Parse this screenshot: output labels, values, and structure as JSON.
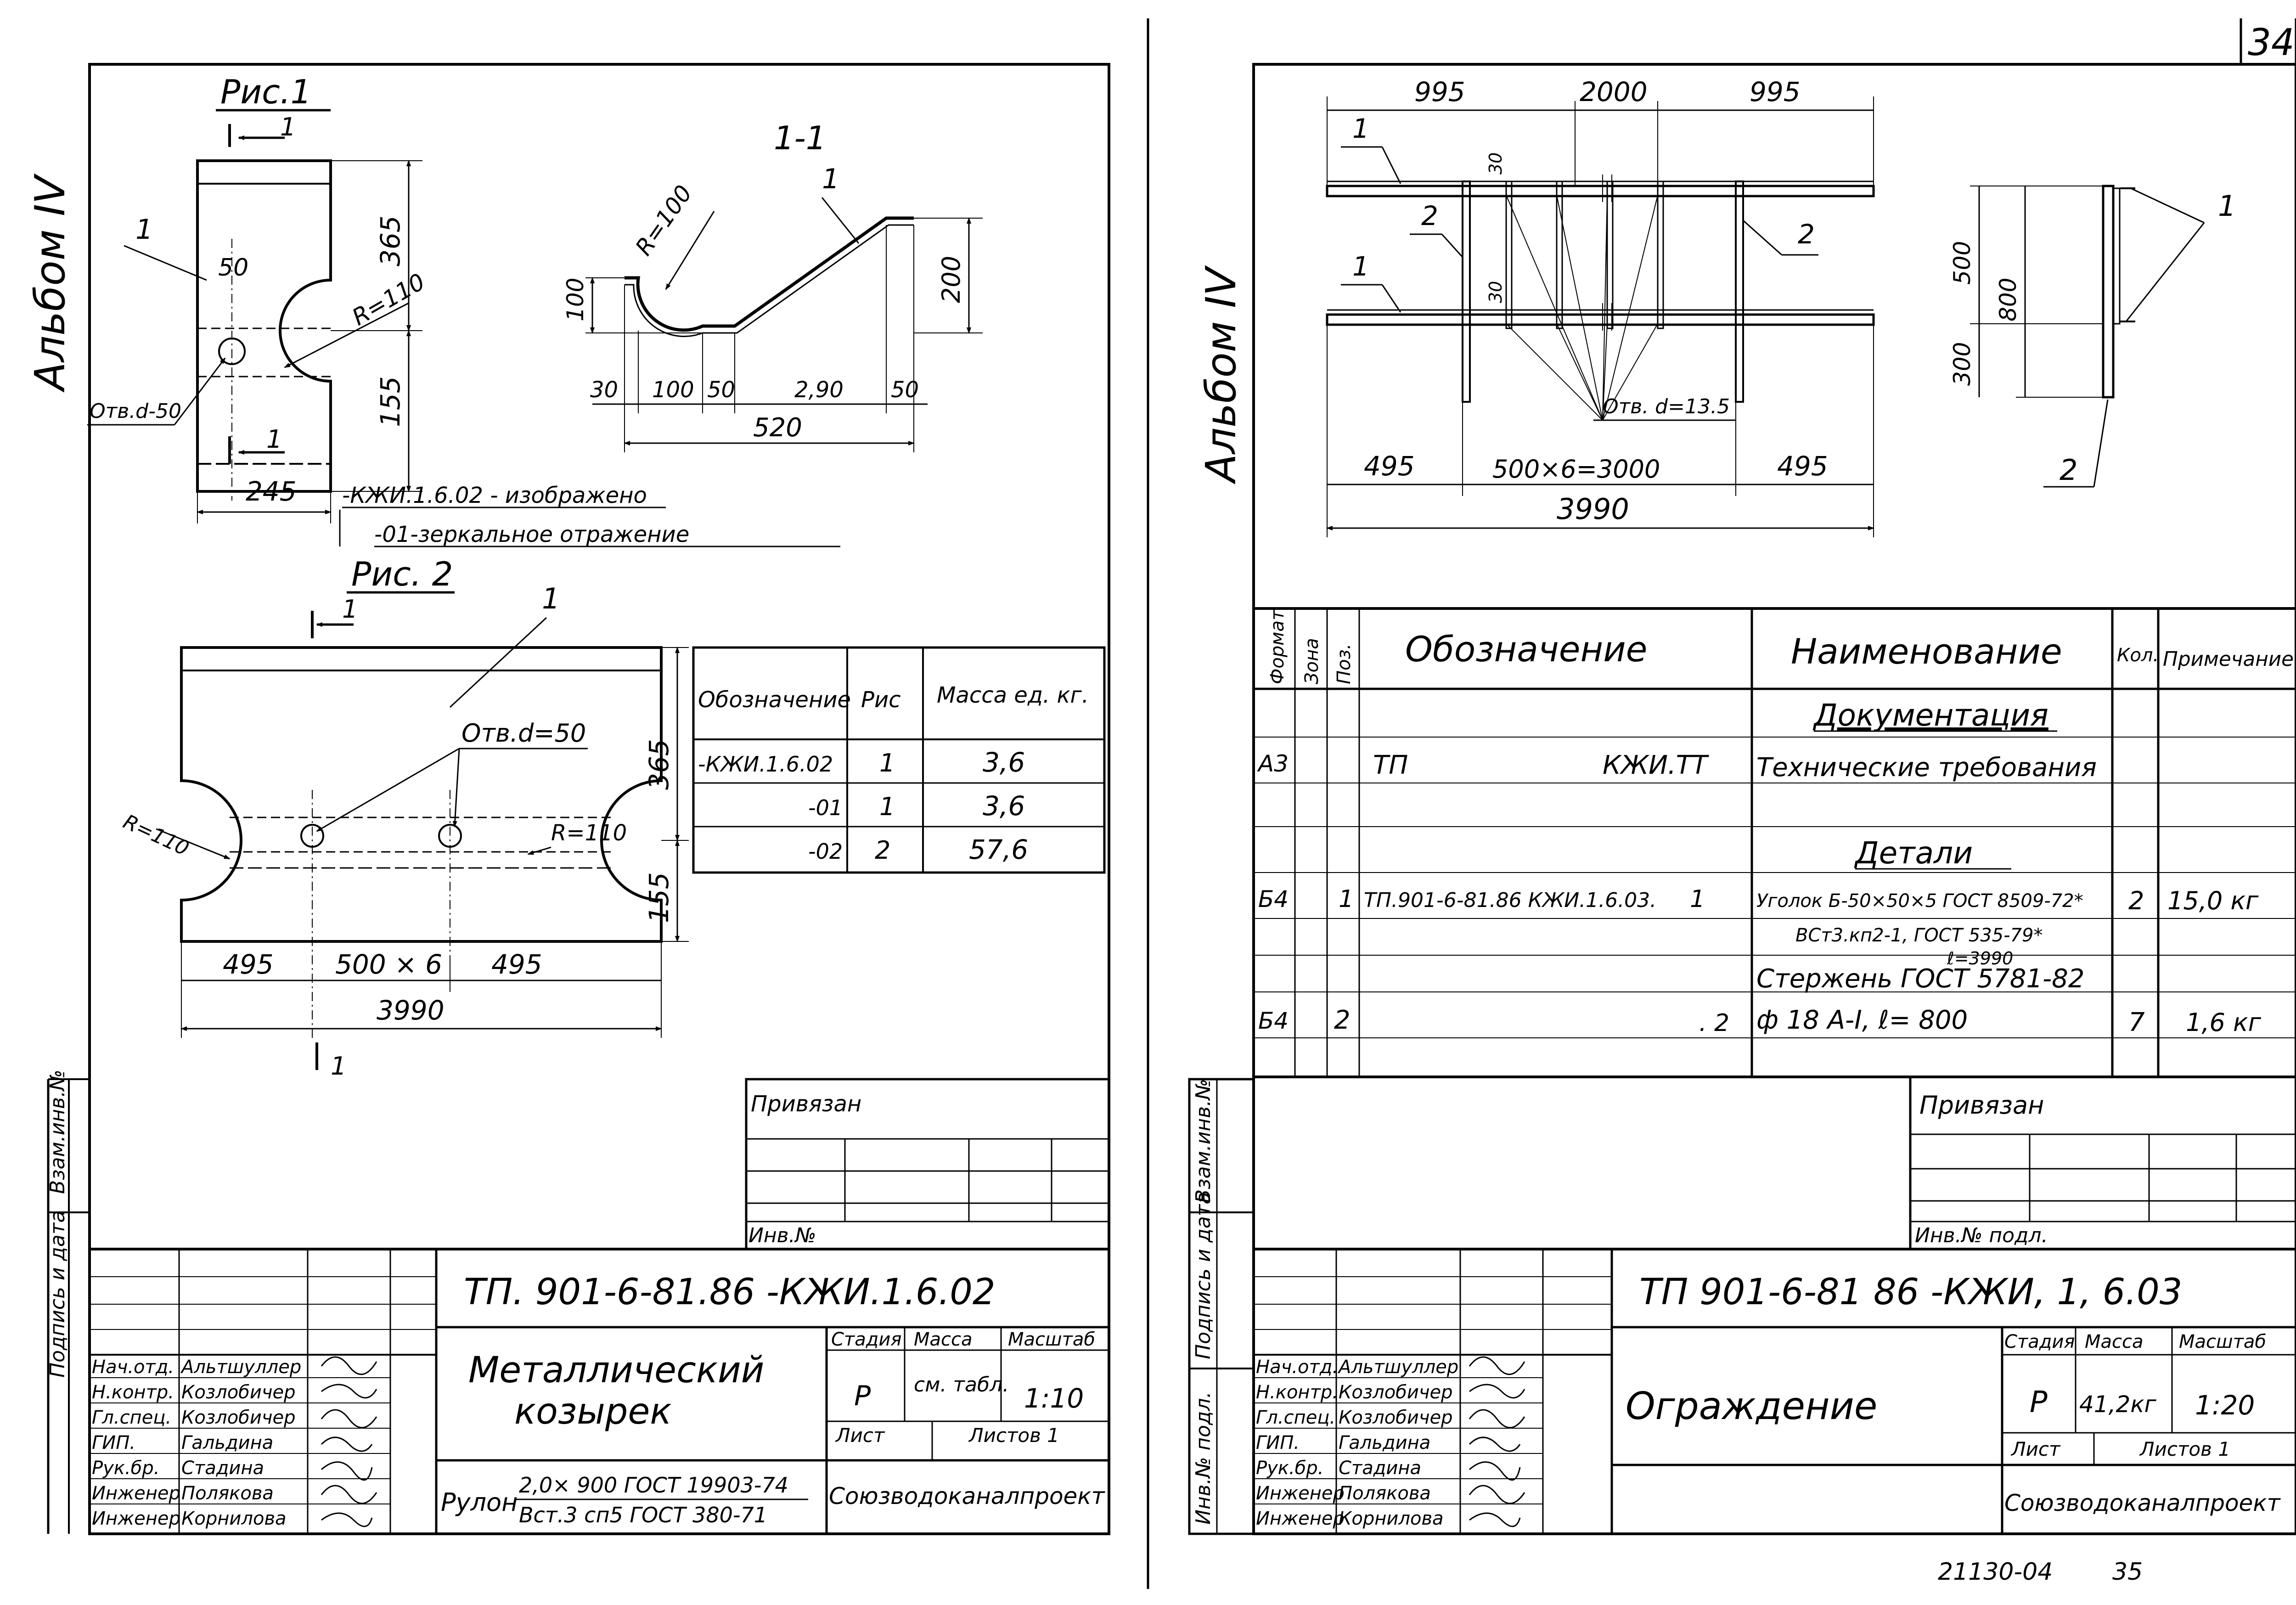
{
  "page_number": "34",
  "footer_code": "21130-04",
  "footer_num": "35",
  "margin_album": "Альбом IV",
  "margin_side": [
    "Инв.№ подл.",
    "Подпись и дата",
    "Взам.инв.№"
  ],
  "left": {
    "fig1": {
      "caption": "Рис.1",
      "section_label": "1-1",
      "dims": [
        "50",
        "365",
        "155",
        "245",
        "R=110"
      ],
      "hole": "Отв.d-50",
      "callout": "1",
      "cut_mark": "1",
      "section_dims": [
        "R=100",
        "100",
        "200",
        "30",
        "100",
        "50",
        "2,90",
        "50",
        "520"
      ]
    },
    "note_1": "-КЖИ.1.6.02 - изображено",
    "note_2": "-01-зеркальное отражение",
    "fig2": {
      "caption": "Рис. 2",
      "hole": "Отв.d=50",
      "dims": [
        "R=110",
        "R=110",
        "365",
        "155",
        "495",
        "500 × 6",
        "495",
        "3990"
      ],
      "callout": "1",
      "cut_mark": "1"
    },
    "mass_table": {
      "headers": [
        "Обозначение",
        "Рис",
        "Масса ед. кг."
      ],
      "rows": [
        [
          "-КЖИ.1.6.02",
          "1",
          "3,6"
        ],
        [
          "-01",
          "1",
          "3,6"
        ],
        [
          "-02",
          "2",
          "57,6"
        ]
      ]
    },
    "privyazan": "Привязан",
    "inv_no": "Инв.№",
    "title_block": {
      "code": "ТП. 901-6-81.86 -КЖИ.1.6.02",
      "name_1": "Металлический",
      "name_2": "козырек",
      "stage_h": "Стадия",
      "mass_h": "Масса",
      "scale_h": "Масштаб",
      "stage": "Р",
      "mass": "см. табл.",
      "scale": "1:10",
      "sheet": "Лист",
      "sheets": "Листов 1",
      "org": "Союзводоканалпроект",
      "material_1": "Рулон",
      "material_2": "2,0× 900 ГОСТ 19903-74",
      "material_3": "Вст.3 сп5 ГОСТ 380-71",
      "staff": [
        [
          "Нач.отд.",
          "Альтшуллер"
        ],
        [
          "Н.контр.",
          "Козлобичер"
        ],
        [
          "Гл.спец.",
          "Козлобичер"
        ],
        [
          "ГИП.",
          "Гальдина"
        ],
        [
          "Рук.бр.",
          "Стадина"
        ],
        [
          "Инженер",
          "Полякова"
        ],
        [
          "Инженер",
          "Корнилова"
        ]
      ]
    }
  },
  "right": {
    "dims_top": [
      "995",
      "2000",
      "995"
    ],
    "dims_bottom": [
      "495",
      "500×6=3000",
      "495",
      "3990"
    ],
    "dims_side": [
      "500",
      "800",
      "300",
      "30",
      "30"
    ],
    "hole": "Отв. d=13.5",
    "callouts": [
      "1",
      "1",
      "2",
      "2",
      "1",
      "2"
    ],
    "bom": {
      "headers": [
        "Формат",
        "Зона",
        "Поз.",
        "Обозначение",
        "Наименование",
        "Кол.",
        "Примечание"
      ],
      "section_doc": "Документация",
      "section_parts": "Детали",
      "rows": [
        {
          "fmt": "А3",
          "zone": "",
          "pos": "",
          "designation": "ТП",
          "designation_2": "КЖИ.ТТ",
          "name": "Технические требования",
          "qty": "",
          "note": ""
        },
        {
          "fmt": "Б4",
          "zone": "",
          "pos": "1",
          "designation": "ТП.901-6-81.86 КЖИ.1.6.03.",
          "designation_2": "1",
          "name": "Уголок Б-50×50×5 ГОСТ 8509-72*",
          "name_2": "ВСт3.кп2-1, ГОСТ 535-79*",
          "name_3": "ℓ=3990",
          "qty": "2",
          "note": "15,0 кг"
        },
        {
          "fmt": "Б4",
          "zone": "",
          "pos": "2",
          "designation": "",
          "designation_2": ". 2",
          "name": "Стержень ГОСТ 5781-82",
          "name_2": "ф 18 А-I, ℓ= 800",
          "qty": "7",
          "note": "1,6 кг"
        }
      ]
    },
    "privyazan": "Привязан",
    "inv_no": "Инв.№ подл.",
    "title_block": {
      "code": "ТП 901-6-81 86 -КЖИ, 1, 6.03",
      "name": "Ограждение",
      "stage_h": "Стадия",
      "mass_h": "Масса",
      "scale_h": "Масштаб",
      "stage": "Р",
      "mass": "41,2кг",
      "scale": "1:20",
      "sheet": "Лист",
      "sheets": "Листов 1",
      "org": "Союзводоканалпроект",
      "staff": [
        [
          "Нач.отд.",
          "Альтшуллер"
        ],
        [
          "Н.контр.",
          "Козлобичер"
        ],
        [
          "Гл.спец.",
          "Козлобичер"
        ],
        [
          "ГИП.",
          "Гальдина"
        ],
        [
          "Рук.бр.",
          "Стадина"
        ],
        [
          "Инженер",
          "Полякова"
        ],
        [
          "Инженер",
          "Корнилова"
        ]
      ]
    }
  }
}
